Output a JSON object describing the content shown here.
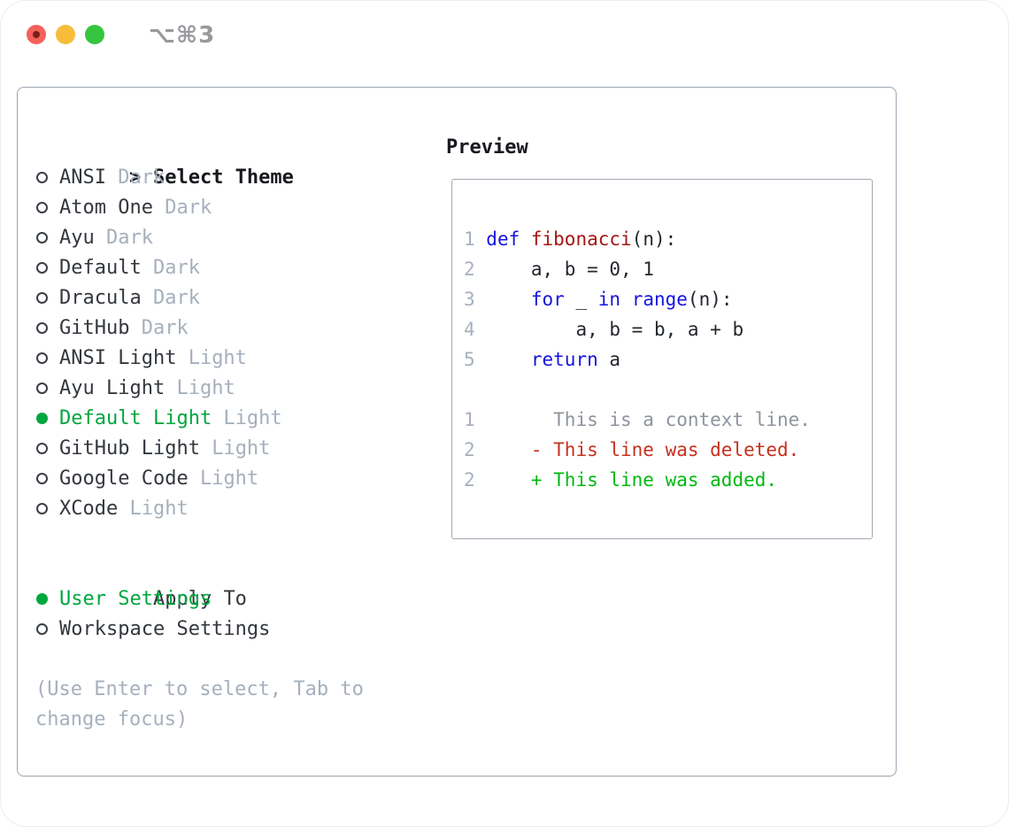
{
  "window": {
    "shortcut": "⌥⌘3"
  },
  "theme_panel": {
    "pointer": ">",
    "header": "Select Theme",
    "themes": [
      {
        "name": "ANSI",
        "variant": "Dark",
        "selected": false
      },
      {
        "name": "Atom One",
        "variant": "Dark",
        "selected": false
      },
      {
        "name": "Ayu",
        "variant": "Dark",
        "selected": false
      },
      {
        "name": "Default",
        "variant": "Dark",
        "selected": false
      },
      {
        "name": "Dracula",
        "variant": "Dark",
        "selected": false
      },
      {
        "name": "GitHub",
        "variant": "Dark",
        "selected": false
      },
      {
        "name": "ANSI Light",
        "variant": "Light",
        "selected": false
      },
      {
        "name": "Ayu Light",
        "variant": "Light",
        "selected": false
      },
      {
        "name": "Default Light",
        "variant": "Light",
        "selected": true
      },
      {
        "name": "GitHub Light",
        "variant": "Light",
        "selected": false
      },
      {
        "name": "Google Code",
        "variant": "Light",
        "selected": false
      },
      {
        "name": "XCode",
        "variant": "Light",
        "selected": false
      }
    ],
    "apply_to": {
      "label": "Apply To",
      "options": [
        {
          "label": "User Settings",
          "selected": true
        },
        {
          "label": "Workspace Settings",
          "selected": false
        }
      ]
    },
    "help": {
      "line1": "(Use Enter to select, Tab to",
      "line2": "change focus)"
    }
  },
  "preview": {
    "title": "Preview",
    "lines": [
      [
        {
          "t": "1 ",
          "c": "ln"
        },
        {
          "t": "def ",
          "c": "kw"
        },
        {
          "t": "fibonacci",
          "c": "fn"
        },
        {
          "t": "(n):",
          "c": "tx"
        }
      ],
      [
        {
          "t": "2 ",
          "c": "ln"
        },
        {
          "t": "    a, b = 0, 1",
          "c": "tx"
        }
      ],
      [
        {
          "t": "3 ",
          "c": "ln"
        },
        {
          "t": "    ",
          "c": "tx"
        },
        {
          "t": "for",
          "c": "kw"
        },
        {
          "t": " _ ",
          "c": "tx"
        },
        {
          "t": "in",
          "c": "kw"
        },
        {
          "t": " ",
          "c": "tx"
        },
        {
          "t": "range",
          "c": "kw"
        },
        {
          "t": "(n):",
          "c": "tx"
        }
      ],
      [
        {
          "t": "4 ",
          "c": "ln"
        },
        {
          "t": "        a, b = b, a + b",
          "c": "tx"
        }
      ],
      [
        {
          "t": "5 ",
          "c": "ln"
        },
        {
          "t": "    ",
          "c": "tx"
        },
        {
          "t": "return",
          "c": "kw"
        },
        {
          "t": " a",
          "c": "tx"
        }
      ],
      [],
      [
        {
          "t": "1 ",
          "c": "ln"
        },
        {
          "t": "      This is a context line.",
          "c": "ctx"
        }
      ],
      [
        {
          "t": "2 ",
          "c": "ln"
        },
        {
          "t": "    - This line was deleted.",
          "c": "del"
        }
      ],
      [
        {
          "t": "2 ",
          "c": "ln"
        },
        {
          "t": "    + This line was added.",
          "c": "add"
        }
      ]
    ]
  },
  "colors": {
    "selection_green": "#00a63e",
    "diff_added_green": "#00b912",
    "diff_deleted_red": "#c6311f",
    "keyword_blue": "#1414e0",
    "function_red": "#a31515",
    "muted_gray": "#a6b0bd",
    "close_button_red": "#f4605a",
    "minimize_button_yellow": "#f7bd3a",
    "zoom_button_green": "#35c53f"
  }
}
